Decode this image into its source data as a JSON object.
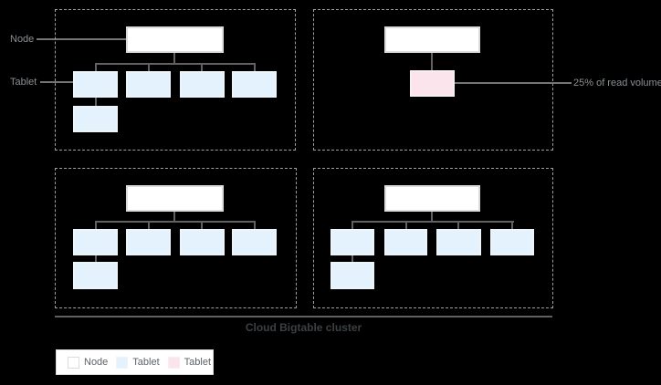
{
  "callouts": {
    "node": "Node",
    "tablet": "Tablet",
    "read_volume": "25% of read volume"
  },
  "caption": "Cloud Bigtable cluster",
  "legend": {
    "items": [
      {
        "label": "Node",
        "type": "node"
      },
      {
        "label": "Tablet",
        "type": "tablet"
      },
      {
        "label": "Tablet",
        "type": "hot-tablet"
      }
    ]
  },
  "structure": {
    "clusters": [
      {
        "position": "top-left",
        "nodes": 1,
        "tablets": 5
      },
      {
        "position": "top-right",
        "nodes": 1,
        "tablets": 1,
        "hot_tablet_note": "25% of read volume"
      },
      {
        "position": "bottom-left",
        "nodes": 1,
        "tablets": 5
      },
      {
        "position": "bottom-right",
        "nodes": 1,
        "tablets": 5
      }
    ]
  },
  "colors": {
    "background": "#000000",
    "node_fill": "#ffffff",
    "node_border": "#dadce0",
    "tablet_fill": "#e3f2fd",
    "tablet_border": "#eef5f9",
    "hot_fill": "#fce4ec",
    "hot_border": "#f8eef2",
    "connector": "#616161",
    "leader": "#757575",
    "dashed": "#9aa0a6",
    "text_muted": "#8a8f93",
    "text_dark": "#3c4043",
    "legend_bg": "#ffffff",
    "legend_border": "#dadce0"
  }
}
